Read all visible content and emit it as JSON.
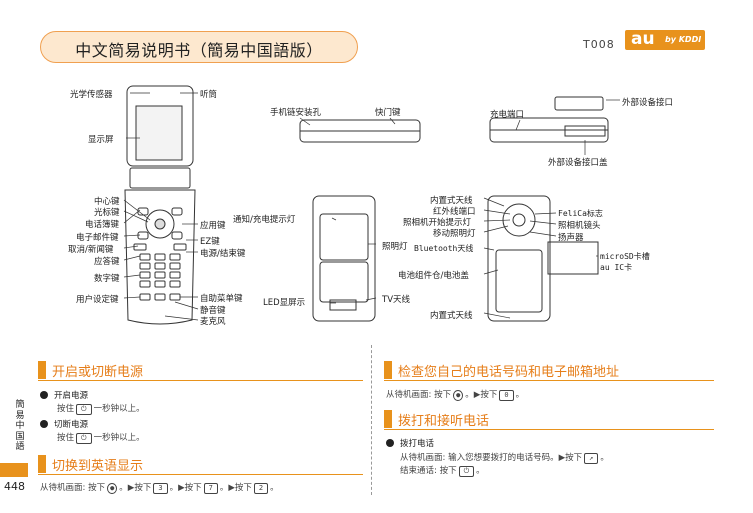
{
  "header": {
    "title": "中文简易说明书（簡易中国語版）",
    "model": "T008",
    "logo_main": "au",
    "logo_sub": "by KDDI"
  },
  "labels": {
    "light_sensor": "光学传感器",
    "earpiece": "听筒",
    "display": "显示屏",
    "center_key": "中心键",
    "cursor_key": "光标键",
    "phonebook_key": "电话簿键",
    "email_key": "电子邮件键",
    "cancel_news_key": "取消/新闻键",
    "answer_key": "应答键",
    "number_keys": "数字键",
    "user_setting_key": "用户设定键",
    "app_key": "应用键",
    "ez_key": "EZ键",
    "power_end_key": "电源/结束键",
    "self_menu_key": "自助菜单键",
    "silent_key": "静音键",
    "microphone": "麦克风",
    "strap_hole": "手机链安装孔",
    "shutter_key": "快门键",
    "charge_terminal": "充电端口",
    "external_port": "外部设备接口",
    "external_port_cover": "外部设备接口盖",
    "notify_light": "通知/充电提示灯",
    "led_display": "LED显屏示",
    "flash_light": "照明灯",
    "tv_antenna": "TV天线",
    "internal_antenna_top": "内置式天线",
    "ir_port": "红外线端口",
    "camera_start_light": "照相机开始提示灯",
    "mobile_light": "移动照明灯",
    "bluetooth_antenna": "Bluetooth天线",
    "battery_cover": "电池组件仓/电池盖",
    "internal_antenna_bottom": "内置式天线",
    "felica_mark": "FeliCa标志",
    "camera_lens": "照相机镜头",
    "speaker": "扬声器",
    "microsd_slot": "microSD卡槽",
    "au_ic_card": "au IC卡"
  },
  "sections": {
    "power": {
      "heading": "开启或切断电源",
      "on_title": "开启电源",
      "on_text_pre": "按住",
      "on_key": "⏻",
      "on_text_post": "一秒钟以上。",
      "off_title": "切断电源",
      "off_text_pre": "按住",
      "off_key": "⏻",
      "off_text_post": "一秒钟以上。"
    },
    "english": {
      "heading": "切换到英语显示",
      "text": "从待机画面: 按下",
      "k1": "●",
      "t1": "。▶按下",
      "k2": "3",
      "t2": "。▶按下",
      "k3": "7",
      "t3": "。▶按下",
      "k4": "2",
      "t4": "。"
    },
    "check": {
      "heading": "检查您自己的电话号码和电子邮箱地址",
      "text": "从待机画面: 按下",
      "k1": "●",
      "t1": "。▶按下",
      "k2": "0",
      "t2": "。"
    },
    "call": {
      "heading": "拨打和接听电话",
      "title": "拨打电话",
      "line1": "从待机画面: 输入您想要拨打的电话号码。▶按下",
      "line1_key": "↗",
      "line1_end": "。",
      "line2": "结束通话: 按下",
      "line2_key": "⏻",
      "line2_end": "。"
    }
  },
  "side_tab": "簡易中国語",
  "page_number": "448"
}
